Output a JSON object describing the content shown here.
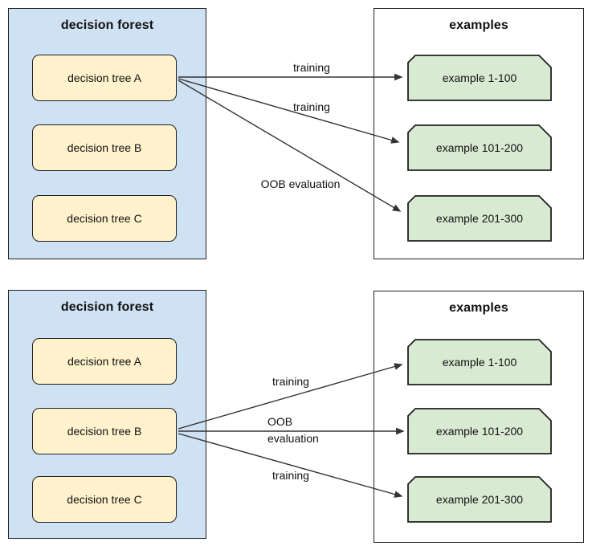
{
  "colors": {
    "forest_panel_fill": "#cfe2f3",
    "examples_panel_fill": "#ffffff",
    "tree_node_fill": "#fff2cc",
    "example_node_fill": "#d9ead3",
    "border": "#1f1f1f",
    "arrow": "#333333",
    "text": "#111111"
  },
  "top_diagram": {
    "forest": {
      "title": "decision forest",
      "trees": [
        "decision tree A",
        "decision tree B",
        "decision tree C"
      ]
    },
    "examples": {
      "title": "examples",
      "items": [
        "example 1-100",
        "example 101-200",
        "example 201-300"
      ]
    },
    "arrow_labels": {
      "first": "training",
      "second": "training",
      "third": "OOB evaluation"
    },
    "source_node": "decision tree A"
  },
  "bottom_diagram": {
    "forest": {
      "title": "decision forest",
      "trees": [
        "decision tree A",
        "decision tree B",
        "decision tree C"
      ]
    },
    "examples": {
      "title": "examples",
      "items": [
        "example 1-100",
        "example 101-200",
        "example 201-300"
      ]
    },
    "arrow_labels": {
      "first": "training",
      "second": "OOB evaluation",
      "third": "training"
    },
    "source_node": "decision tree B"
  }
}
